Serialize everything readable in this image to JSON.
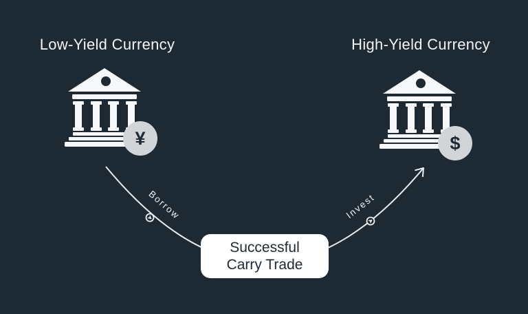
{
  "colors": {
    "background": "#1d2933",
    "foreground": "#f4f6f7",
    "coin_background": "#d2d5d8",
    "coin_symbol": "#1d2933",
    "box_background": "#ffffff",
    "box_text": "#1f2933"
  },
  "left_node": {
    "title": "Low-Yield Currency",
    "icon": "bank-icon",
    "coin_icon": "yen-coin-icon",
    "coin_symbol": "¥"
  },
  "right_node": {
    "title": "High-Yield Currency",
    "icon": "bank-icon",
    "coin_icon": "dollar-coin-icon",
    "coin_symbol": "$"
  },
  "flow": {
    "borrow_label": "Borrow",
    "invest_label": "Invest",
    "direction": "left-bank to right-bank via bottom arc",
    "arrowhead": "open chevron at high-yield end"
  },
  "center_box": {
    "line1": "Successful",
    "line2": "Carry Trade"
  }
}
